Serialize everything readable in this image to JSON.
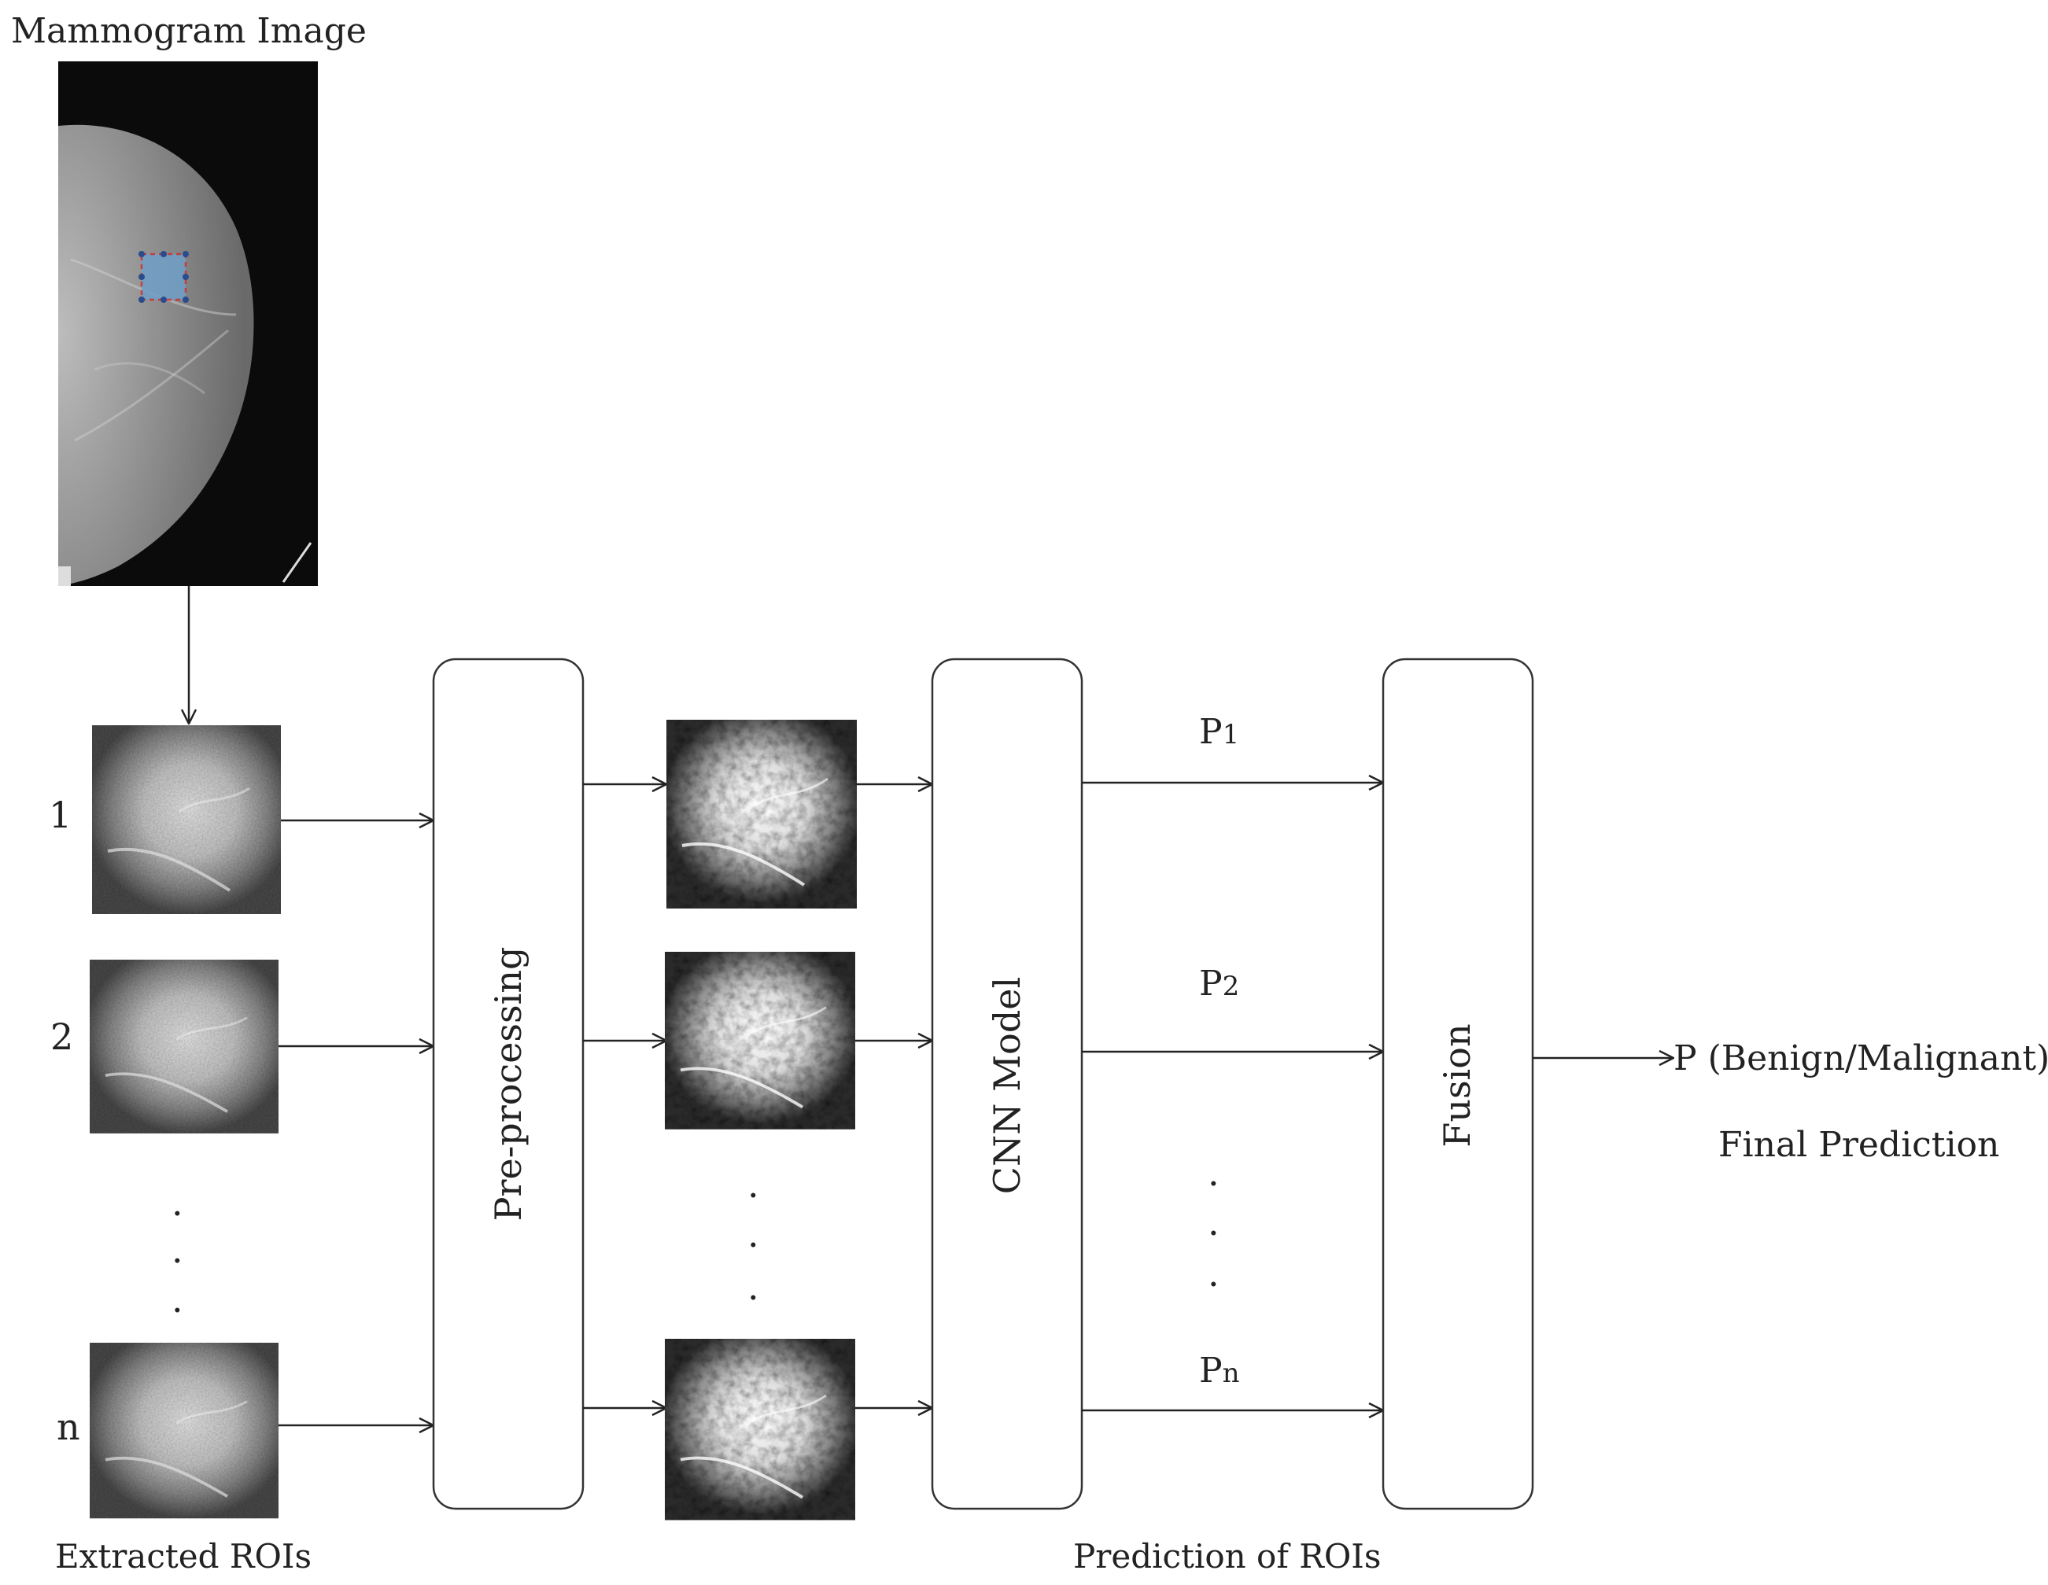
{
  "title": "Mammogram Image",
  "roi_labels": [
    "1",
    "2",
    "n"
  ],
  "ellipsis_glyph": ".",
  "extracted_caption": "Extracted ROIs",
  "preprocessing_label": "Pre-processing",
  "cnn_label": "CNN Model",
  "fusion_label": "Fusion",
  "predictions": [
    {
      "base": "P",
      "sub": "1"
    },
    {
      "base": "P",
      "sub": "2"
    },
    {
      "base": "P",
      "sub": "n"
    }
  ],
  "prediction_caption": "Prediction of ROIs",
  "output_label": "P (Benign/Malignant)",
  "final_caption": "Final Prediction",
  "colors": {
    "line": "#222222",
    "box_stroke": "#333333",
    "roi_marker": "#d03030",
    "roi_fill": "#6f9fc8"
  }
}
